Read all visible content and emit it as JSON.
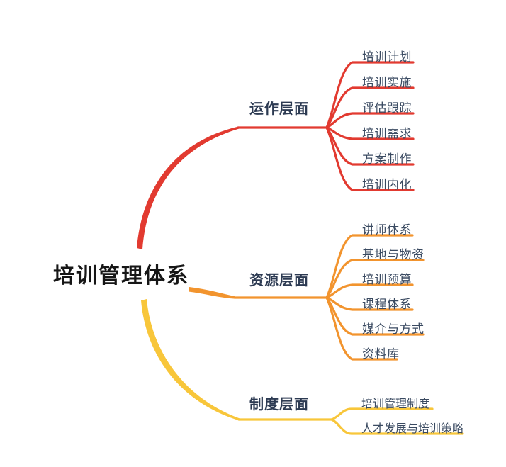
{
  "root": {
    "label": "培训管理体系"
  },
  "branches": [
    {
      "label": "运作层面",
      "color": "#e23a30",
      "children": [
        "培训计划",
        "培训实施",
        "评估跟踪",
        "培训需求",
        "方案制作",
        "培训内化"
      ]
    },
    {
      "label": "资源层面",
      "color": "#f2942e",
      "children": [
        "讲师体系",
        "基地与物资",
        "培训预算",
        "课程体系",
        "媒介与方式",
        "资料库"
      ]
    },
    {
      "label": "制度层面",
      "color": "#f8c63a",
      "children": [
        "培训管理制度",
        "人才发展与培训策略"
      ]
    }
  ],
  "colors": {
    "background": "#ffffff",
    "root_text": "#161616",
    "branch_text": "#2c3a52",
    "leaf_text": "#3a4a61"
  }
}
